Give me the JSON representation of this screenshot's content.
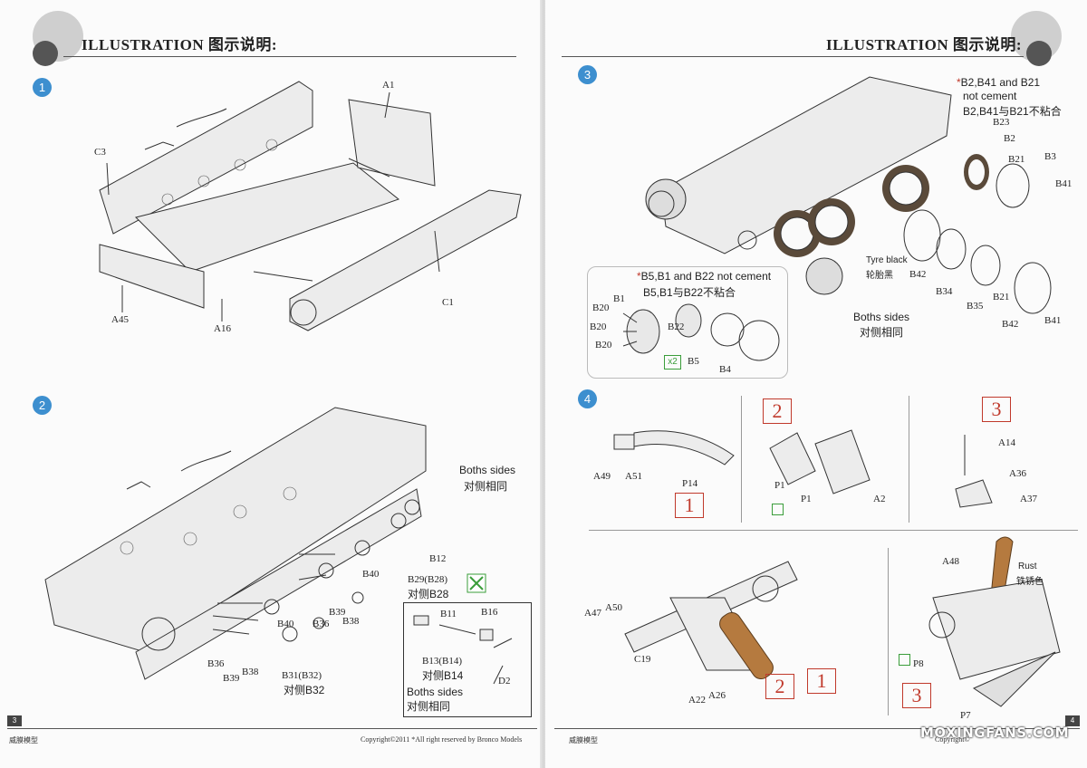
{
  "header": {
    "left_title": "ILLUSTRATION 图示说明:",
    "right_title": "ILLUSTRATION 图示说明:"
  },
  "steps": [
    "1",
    "2",
    "3",
    "4"
  ],
  "step1": {
    "labels": [
      "A1",
      "C3",
      "A45",
      "A16",
      "C1"
    ]
  },
  "step2": {
    "labels": [
      "B12",
      "B40",
      "B36",
      "B39",
      "B38",
      "B40",
      "B36",
      "B39",
      "B38",
      "B11",
      "B16",
      "D2"
    ],
    "b29": "B29(B28)",
    "b29_note": "对侧B28",
    "b31": "B31(B32)",
    "b31_note": "对侧B32",
    "b13": "B13(B14)",
    "b13_note": "对侧B14",
    "boths_en": "Boths sides",
    "boths_cn": "对侧相同",
    "inset_boths_en": "Boths sides",
    "inset_boths_cn": "对侧相同"
  },
  "step3": {
    "note1_l1": "B2,B41 and B21",
    "note1_l2": "not cement",
    "note1_l3": "B2,B41与B21不粘合",
    "labels": [
      "B23",
      "B2",
      "B21",
      "B3",
      "B41",
      "B42",
      "B34",
      "B35",
      "B21",
      "B42",
      "B41"
    ],
    "tyre_en": "Tyre black",
    "tyre_cn": "轮胎黑",
    "note2_l1": "B5,B1 and B22 not cement",
    "note2_l2": "B5,B1与B22不粘合",
    "sub_labels": [
      "B1",
      "B20",
      "B20",
      "B20",
      "B22",
      "B5",
      "B4"
    ],
    "x2": "x2",
    "boths_en": "Boths sides",
    "boths_cn": "对侧相同"
  },
  "step4": {
    "boxes": [
      "1",
      "2",
      "3"
    ],
    "part1": [
      "A49",
      "A51",
      "P14"
    ],
    "part2": [
      "P1",
      "P1",
      "A2"
    ],
    "part3": [
      "A14",
      "A36",
      "A37"
    ],
    "lower_labels": [
      "A47",
      "A50",
      "C19",
      "A22",
      "A26"
    ],
    "lower_boxes": [
      "2",
      "1"
    ],
    "right_labels": [
      "A48",
      "P8",
      "P7"
    ],
    "rust_en": "Rust",
    "rust_cn": "铁锈色",
    "right_box": "3"
  },
  "footer": {
    "page_left": "3",
    "page_right": "4",
    "brand_left": "威膜模型",
    "brand_right": "威膜模型",
    "copyright": "Copyright©2011  *All right reserved by Bronco Models",
    "copyright_right": "Copyright©",
    "watermark": "MOXINGFANS.COM"
  },
  "colors": {
    "step_badge": "#3d8fcf",
    "box_red": "#c0392b",
    "rust": "#b57a3f",
    "tyre": "#5a4a3a"
  }
}
